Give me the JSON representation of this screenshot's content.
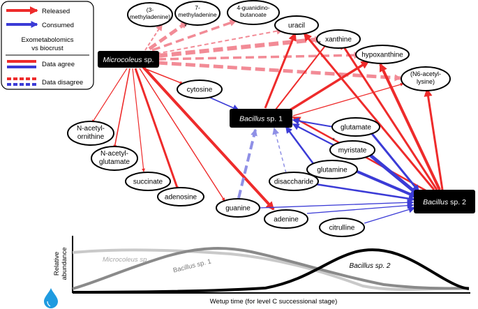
{
  "legend": {
    "released": "Released",
    "consumed": "Consumed",
    "exo_line1": "Exometabolomics",
    "exo_line2": "vs biocrust",
    "data_agree": "Data agree",
    "data_disagree": "Data disagree"
  },
  "colors": {
    "released": "#ee2b2b",
    "released_light": "#f28b96",
    "consumed": "#3b3bd6",
    "consumed_light": "#8f90e6",
    "organism_fill": "#000000",
    "curve_micro": "#c9c9c9",
    "curve_bac1": "#8a8a8a",
    "curve_bac2": "#000000",
    "drop": "#1f9be0"
  },
  "organisms": {
    "micro_italic": "Microcoleus",
    "micro_rest": " sp.",
    "bac1_italic": "Bacillus",
    "bac1_rest": " sp. 1",
    "bac2_italic": "Bacillus",
    "bac2_rest": " sp. 2"
  },
  "metabolites": {
    "methyladenine3_l1": "(3-",
    "methyladenine3_l2": "methyladenine)",
    "methyladenine7_l1": "7-",
    "methyladenine7_l2": "methyladenine",
    "guanidino_l1": "4-guanidino-",
    "guanidino_l2": "butanoate",
    "uracil": "uracil",
    "xanthine": "xanthine",
    "hypoxanthine": "hypoxanthine",
    "acetyllysine_l1": "(N6-acetyl-",
    "acetyllysine_l2": "lysine)",
    "cytosine": "cytosine",
    "acetylornithine_l1": "N-acetyl-",
    "acetylornithine_l2": "ornithine",
    "acetylglutamate_l1": "N-acetyl-",
    "acetylglutamate_l2": "glutamate",
    "succinate": "succinate",
    "adenosine": "adenosine",
    "guanine": "guanine",
    "adenine": "adenine",
    "citrulline": "citrulline",
    "glutamate": "glutamate",
    "myristate": "myristate",
    "glutamine": "glutamine",
    "disaccharide": "disaccharide",
    "asterisk": "*"
  },
  "abundance_plot": {
    "ylabel_l1": "Relative",
    "ylabel_l2": "abundance",
    "xlabel": "Wetup time (for level C successional stage)",
    "micro_label": "Microcoleus sp.",
    "bac1_label": "Bacillus sp. 1",
    "bac2_label": "Bacillus sp. 2"
  }
}
